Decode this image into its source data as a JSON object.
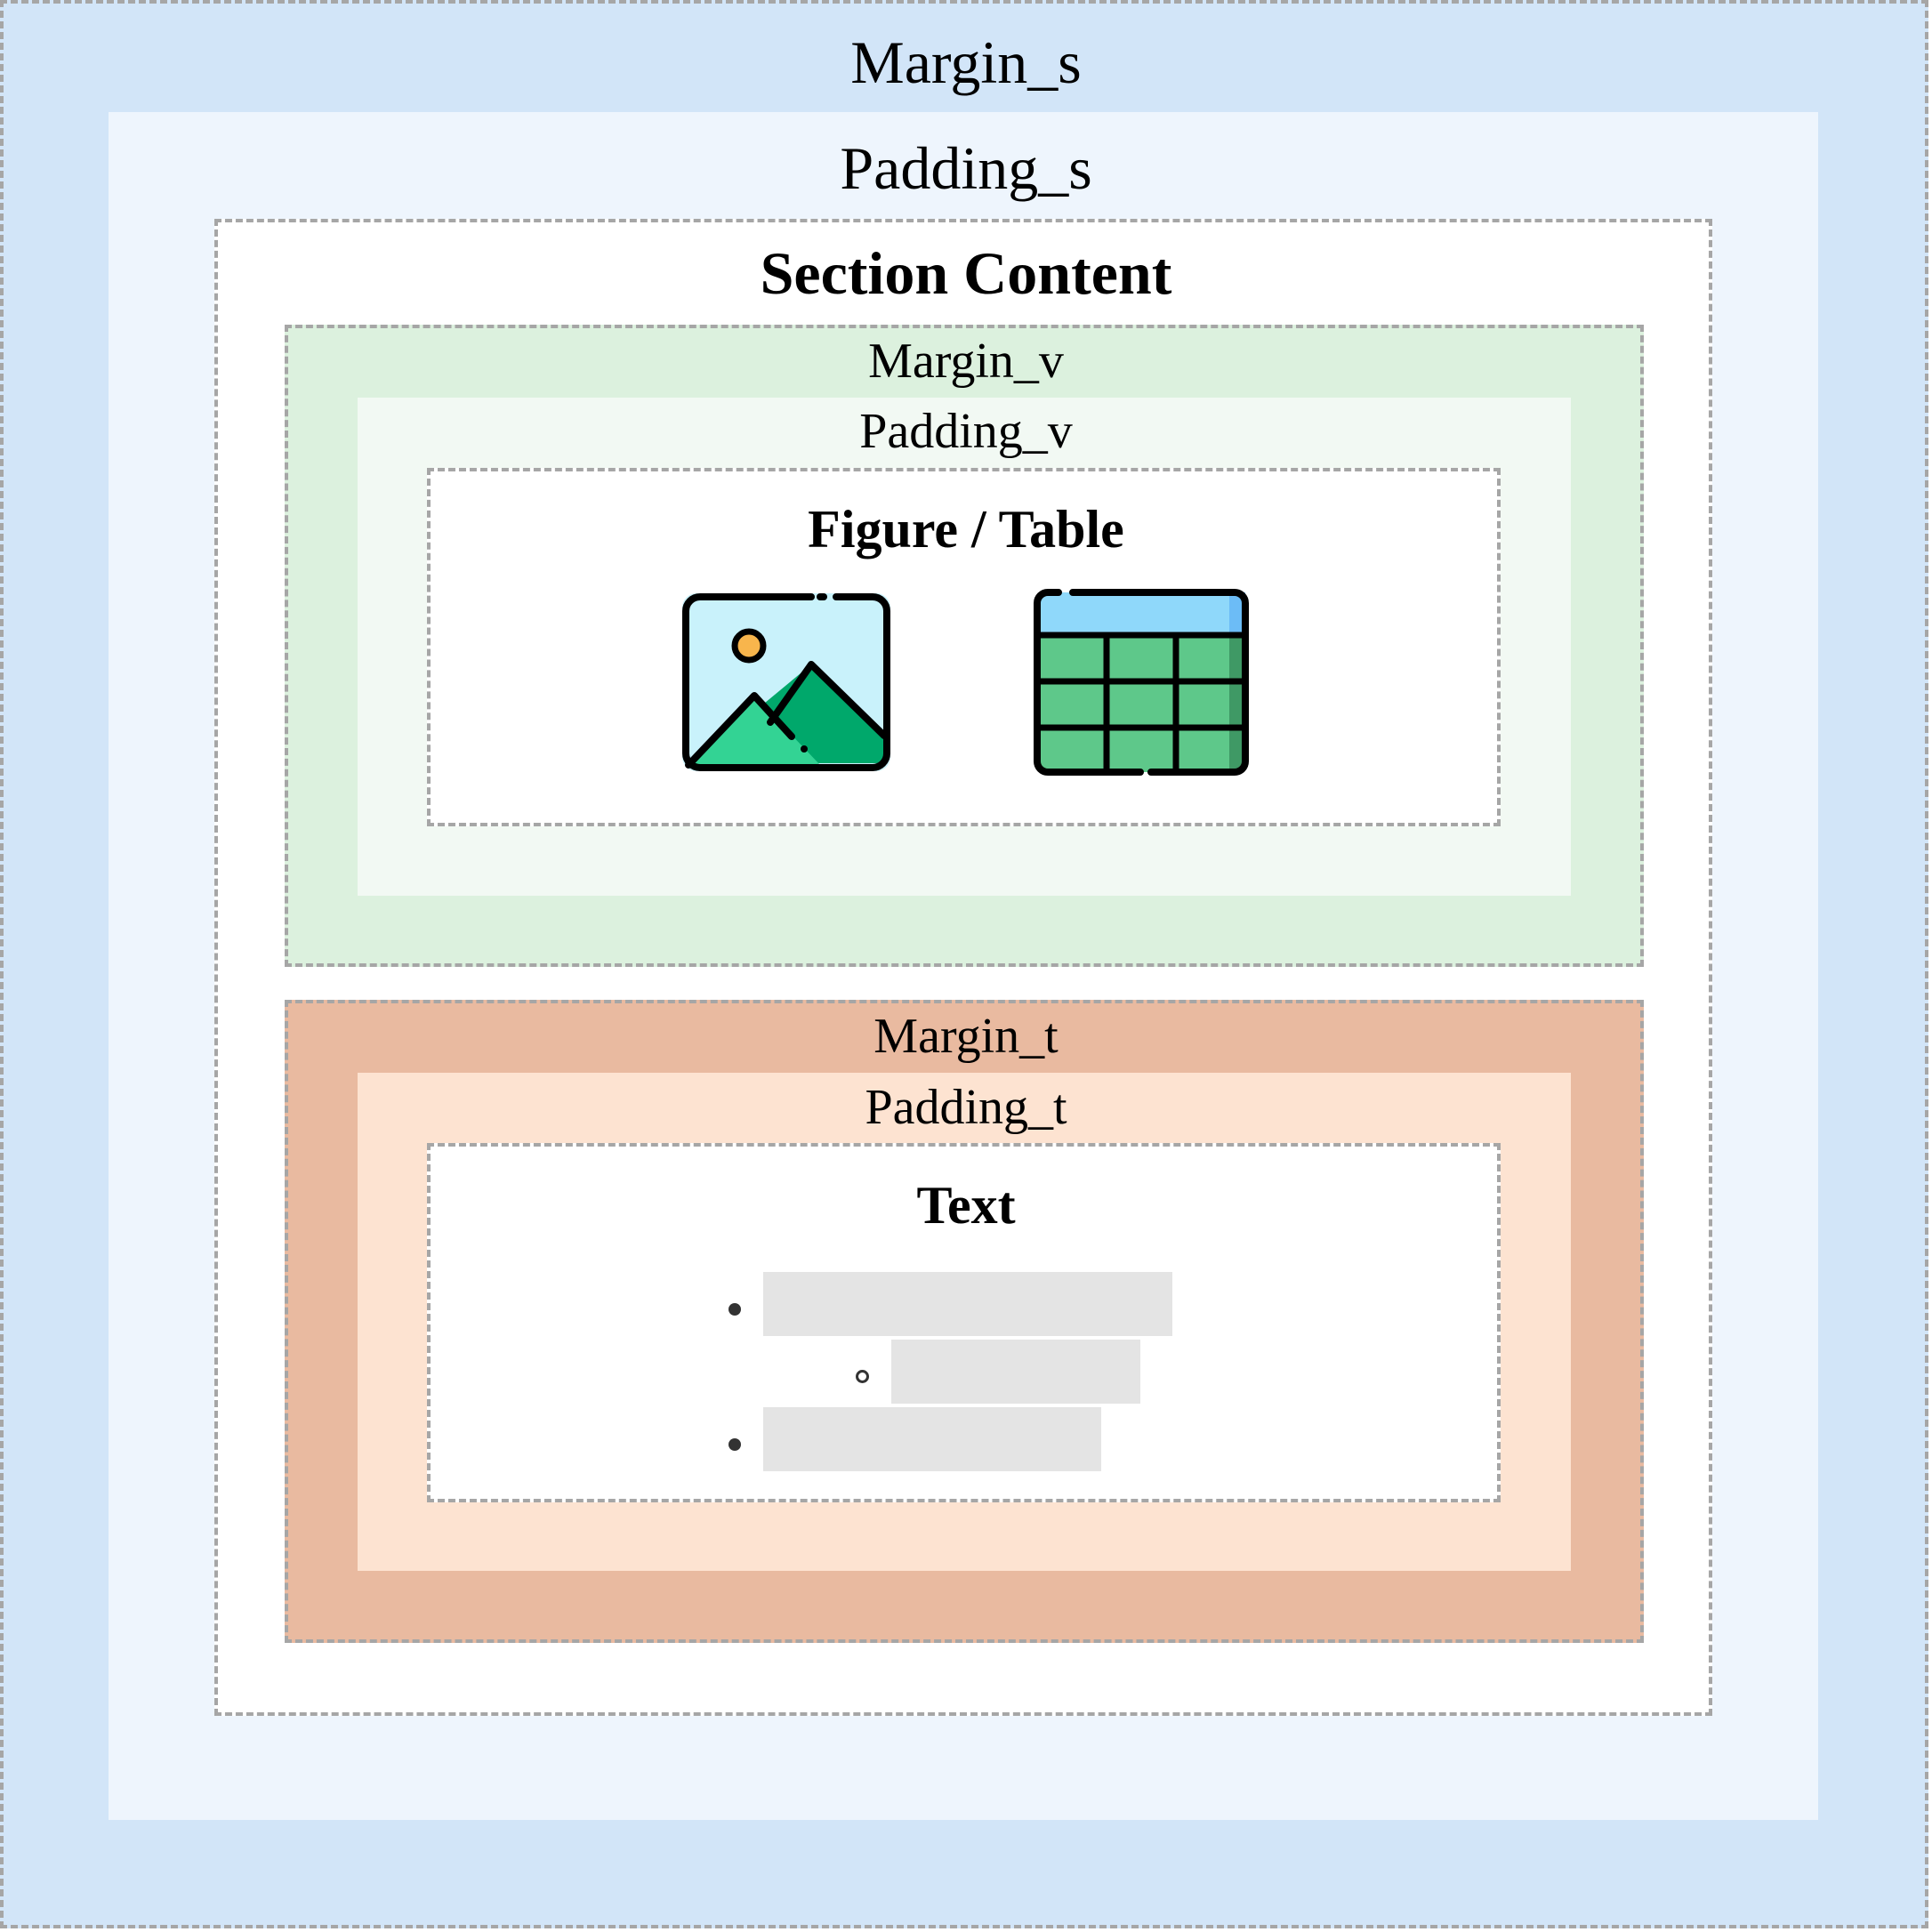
{
  "section": {
    "margin_label": "Margin_s",
    "padding_label": "Padding_s",
    "content_title": "Section Content",
    "colors": {
      "margin": "#d2e5f8",
      "padding": "#eef5fd",
      "content": "#ffffff"
    }
  },
  "visual_block": {
    "margin_label": "Margin_v",
    "padding_label": "Padding_v",
    "content_title": "Figure / Table",
    "icons": [
      "image-icon",
      "table-icon"
    ],
    "colors": {
      "margin": "#dcf1de",
      "padding": "#f2f9f3",
      "content": "#ffffff"
    }
  },
  "text_block": {
    "margin_label": "Margin_t",
    "padding_label": "Padding_t",
    "content_title": "Text",
    "list_items": [
      {
        "level": 1,
        "marker": "filled-bullet"
      },
      {
        "level": 2,
        "marker": "hollow-bullet"
      },
      {
        "level": 1,
        "marker": "filled-bullet"
      }
    ],
    "colors": {
      "margin": "#e9baa0",
      "padding": "#fde3d1",
      "content": "#ffffff"
    }
  },
  "placeholder_line_color": "#e4e4e4",
  "border_color": "#a6a6a6"
}
